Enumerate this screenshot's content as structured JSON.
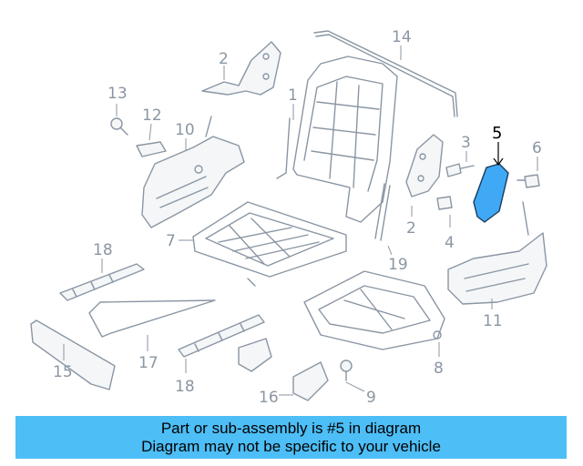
{
  "diagram": {
    "callouts": [
      "1",
      "2",
      "2",
      "3",
      "4",
      "5",
      "6",
      "7",
      "8",
      "9",
      "10",
      "11",
      "12",
      "13",
      "14",
      "15",
      "16",
      "17",
      "18",
      "18",
      "19"
    ],
    "highlight_color": "#3fa9f5"
  },
  "banner": {
    "line1": "Part or sub-assembly is #5 in diagram",
    "line2": "Diagram may not be specific to your vehicle",
    "background": "#4dbef6"
  }
}
